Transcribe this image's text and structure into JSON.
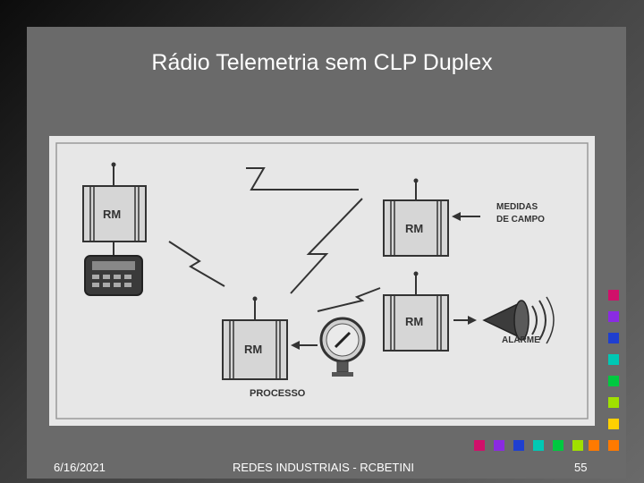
{
  "slide": {
    "title": "Rádio Telemetria sem CLP Duplex",
    "footer_date": "6/16/2021",
    "footer_center": "REDES INDUSTRIAIS  - RCBETINI",
    "page_number": "55"
  },
  "diagram": {
    "radio_label": "RM",
    "measures_label_line1": "MEDIDAS",
    "measures_label_line2": "DE CAMPO",
    "alarm_label": "ALARME",
    "process_label": "PROCESSO"
  },
  "decor_colors": {
    "vertical": [
      "#d0106a",
      "#8a2be2",
      "#1f3fd0",
      "#00c8b4",
      "#00c840",
      "#a0e000",
      "#ffd000",
      "#ff7a00",
      "#e0102a"
    ],
    "horizontal": [
      "#d0106a",
      "#8a2be2",
      "#1f3fd0",
      "#00c8b4",
      "#00c840",
      "#a0e000",
      "#ff7a00",
      "#e0102a"
    ]
  }
}
